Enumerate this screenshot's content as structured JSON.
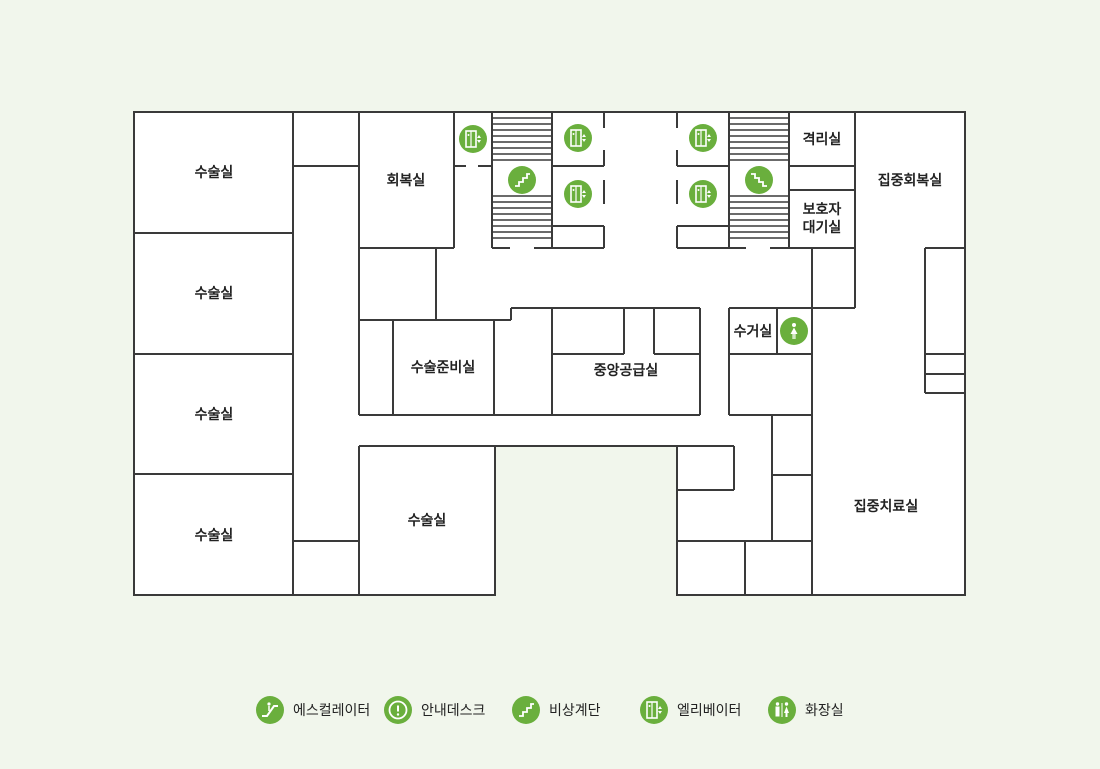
{
  "colors": {
    "background": "#f1f6ec",
    "floor": "#ffffff",
    "wall": "#3a3a3a",
    "accent": "#6aaf3d",
    "text": "#222222"
  },
  "rooms": {
    "or_1": "수술실",
    "or_2": "수술실",
    "or_3": "수술실",
    "or_4": "수술실",
    "or_5": "수술실",
    "recovery": "회복실",
    "isolation": "격리실",
    "icu_recovery": "집중회복실",
    "guardian_line1": "보호자",
    "guardian_line2": "대기실",
    "collection": "수거실",
    "prep": "수술준비실",
    "central_supply": "중앙공급실",
    "icu": "집중치료실"
  },
  "map_icons": {
    "elevator": "elevator-icon",
    "stairs": "stairs-icon",
    "restroom": "restroom-icon"
  },
  "legend": [
    {
      "icon": "escalator-icon",
      "label": "에스컬레이터"
    },
    {
      "icon": "info-desk-icon",
      "label": "안내데스크"
    },
    {
      "icon": "stairs-icon",
      "label": "비상계단"
    },
    {
      "icon": "elevator-icon",
      "label": "엘리베이터"
    },
    {
      "icon": "restroom-icon",
      "label": "화장실"
    }
  ]
}
